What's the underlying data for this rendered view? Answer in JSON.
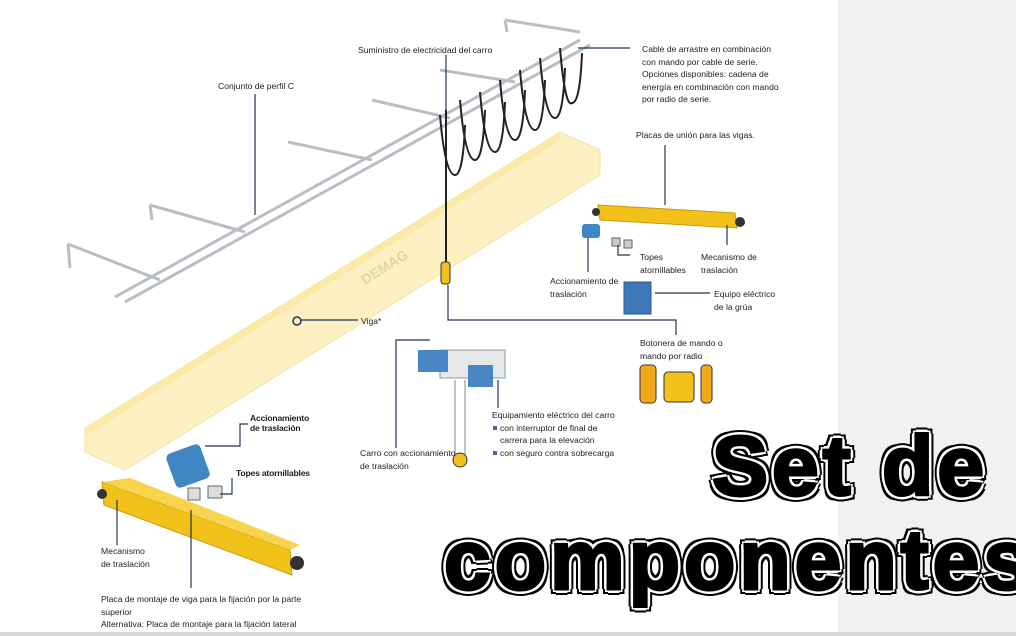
{
  "labels": {
    "suministro": "Suministro de electricidad del carro",
    "cable": [
      "Cable de arrastre en combinación",
      "con mando por cable de serie.",
      "Opciones disponibles: cadena de",
      "energía en combinación con mando",
      "por radio de serie."
    ],
    "conjunto": "Conjunto de perfil C",
    "placas_union": "Placas de unión para las vigas.",
    "topes_right": [
      "Topes",
      "atornillables"
    ],
    "mecanismo_right": [
      "Mecanismo de",
      "traslación"
    ],
    "accionamiento_right": [
      "Accionamiento de",
      "traslación"
    ],
    "equipo_grua": [
      "Equipo eléctrico",
      "de la grúa"
    ],
    "viga": "Viga*",
    "botonera": [
      "Botonera de mando o",
      "mando por radio"
    ],
    "equip_carro_title": "Equipamiento eléctrico del carro",
    "equip_carro_bullets": [
      "con interruptor de final de",
      "carrera para la elevación",
      "con seguro contra sobrecarga"
    ],
    "carro": [
      "Carro con accionamiento",
      "de traslación"
    ],
    "accionamiento_left": [
      "Accionamiento",
      "de traslación"
    ],
    "topes_left": "Topes atornillables",
    "mecanismo_left": [
      "Mecanismo",
      "de traslación"
    ],
    "placa_montaje": [
      "Placa de montaje de viga para la fijación por la parte",
      "superior",
      "Alternativa: Placa de montaje para la fijación lateral"
    ],
    "beam_brand": "DEMAG"
  },
  "title": {
    "line1": "Set de",
    "line2": "componentes"
  },
  "colors": {
    "leader": "#1f3550",
    "beam_yellow": "#f2c21b",
    "beam_faded": "#fbeeb8",
    "motor_blue": "#3f86c4",
    "rail": "#b9bec4"
  }
}
